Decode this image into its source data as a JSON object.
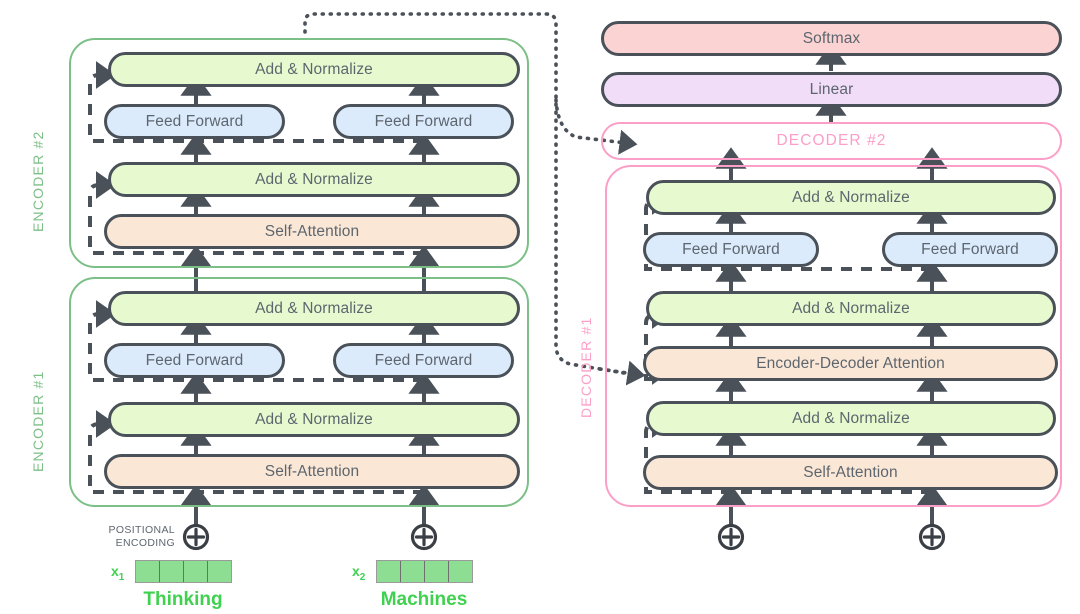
{
  "diagram": {
    "title": "Transformer encoder-decoder architecture",
    "colors": {
      "green_fill": "#e7facf",
      "blue_fill": "#dcebfb",
      "orange_fill": "#fbe7d6",
      "pink_fill": "#fbd3d3",
      "purple_fill": "#f2ddf8",
      "block_stroke": "#4a5159",
      "encoder_frame": "#7cbf87",
      "decoder_frame": "#fb9fc8",
      "word_text": "#3fd14f",
      "embedding_cell": "#8ddd92",
      "arrow": "#4a5159"
    }
  },
  "encoder_stack": {
    "groups": [
      {
        "label": "ENCODER #2",
        "rows": [
          {
            "kind": "add-norm",
            "label": "Add & Normalize"
          },
          {
            "kind": "feed-forward",
            "labels": [
              "Feed Forward",
              "Feed Forward"
            ]
          },
          {
            "kind": "add-norm",
            "label": "Add & Normalize"
          },
          {
            "kind": "self-attention",
            "label": "Self-Attention"
          }
        ]
      },
      {
        "label": "ENCODER #1",
        "rows": [
          {
            "kind": "add-norm",
            "label": "Add & Normalize"
          },
          {
            "kind": "feed-forward",
            "labels": [
              "Feed Forward",
              "Feed Forward"
            ]
          },
          {
            "kind": "add-norm",
            "label": "Add & Normalize"
          },
          {
            "kind": "self-attention",
            "label": "Self-Attention"
          }
        ]
      }
    ]
  },
  "input_layer": {
    "positional_encoding_label_line1": "POSITIONAL",
    "positional_encoding_label_line2": "ENCODING",
    "plus_icon": "circled-plus",
    "tokens": [
      {
        "vector_label": "x",
        "vector_index": "1",
        "word": "Thinking",
        "cells": 4
      },
      {
        "vector_label": "x",
        "vector_index": "2",
        "word": "Machines",
        "cells": 4
      }
    ]
  },
  "output_head": {
    "softmax_label": "Softmax",
    "linear_label": "Linear"
  },
  "decoder_stack": {
    "collapsed": {
      "label": "DECODER #2"
    },
    "group": {
      "label": "DECODER #1",
      "rows": [
        {
          "kind": "add-norm",
          "label": "Add & Normalize"
        },
        {
          "kind": "feed-forward",
          "labels": [
            "Feed Forward",
            "Feed Forward"
          ]
        },
        {
          "kind": "add-norm",
          "label": "Add & Normalize"
        },
        {
          "kind": "enc-dec-attention",
          "label": "Encoder-Decoder Attention"
        },
        {
          "kind": "add-norm",
          "label": "Add & Normalize"
        },
        {
          "kind": "self-attention",
          "label": "Self-Attention"
        }
      ]
    },
    "inputs": {
      "plus_icon": "circled-plus",
      "count": 2
    }
  }
}
